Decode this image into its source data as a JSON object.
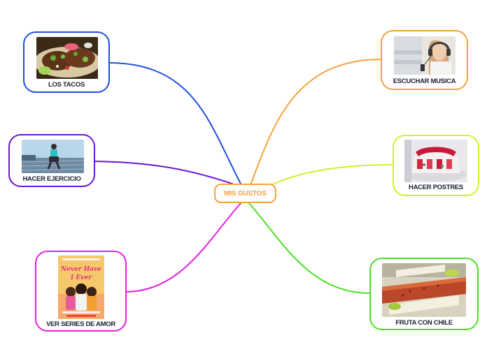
{
  "center": {
    "label": "MIS GUSTOS",
    "color": "#f7a13a"
  },
  "branches": {
    "tacos": {
      "label": "LOS TACOS",
      "color": "#1f4fe0",
      "image": "tacos-photo"
    },
    "exercise": {
      "label": "HACER EJERCICIO",
      "color": "#6a16d6",
      "image": "exercise-photo"
    },
    "series": {
      "label": "VER SERIES DE AMOR",
      "color": "#e51fe0",
      "image": "series-poster",
      "poster_title": "Never Have I Ever"
    },
    "music": {
      "label": "ESCUCHAR MUSICA",
      "color": "#f7a13a",
      "image": "music-photo"
    },
    "desserts": {
      "label": "HACER POSTRES",
      "color": "#d8ef29",
      "image": "desserts-photo"
    },
    "fruit": {
      "label": "FRUTA CON CHILE",
      "color": "#49e01f",
      "image": "fruit-chili-photo"
    }
  }
}
